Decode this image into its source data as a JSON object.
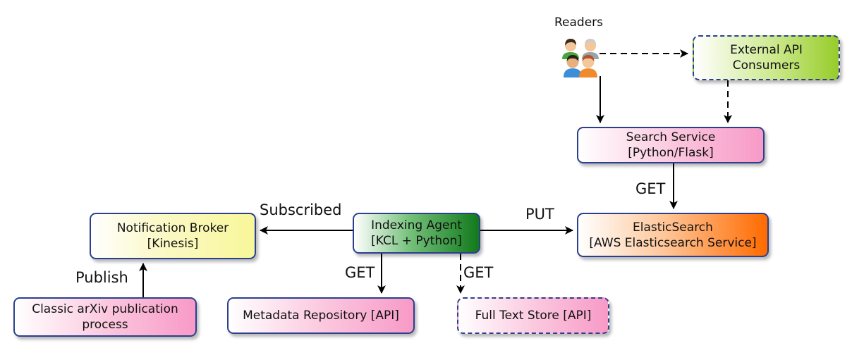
{
  "colors": {
    "border": "#2b3f8f",
    "arrow": "#000000",
    "notification_fill_end": "#f8f79a",
    "indexing_fill_end": "#117a1c",
    "elastic_fill_end": "#ff6a00",
    "pink_fill_end": "#f79ac7",
    "external_fill_end": "#97cc2a"
  },
  "nodes": {
    "notification_broker": {
      "line1": "Notification Broker",
      "line2": "[Kinesis]"
    },
    "indexing_agent": {
      "line1": "Indexing Agent",
      "line2": "[KCL + Python]"
    },
    "elasticsearch": {
      "line1": "ElasticSearch",
      "line2": "[AWS Elasticsearch Service]"
    },
    "search_service": {
      "line1": "Search Service",
      "line2": "[Python/Flask]"
    },
    "external_api": {
      "line1": "External API",
      "line2": "Consumers"
    },
    "classic_arxiv": {
      "line1": "Classic arXiv publication",
      "line2": "process"
    },
    "metadata_repository": {
      "line1": "Metadata Repository [API]"
    },
    "full_text_store": {
      "line1": "Full Text Store [API]"
    }
  },
  "readers": {
    "label": "Readers",
    "icon": "people-group-icon"
  },
  "edges": {
    "subscribed": "Subscribed",
    "put": "PUT",
    "get_search": "GET",
    "get_metadata": "GET",
    "get_fulltext": "GET",
    "publish": "Publish"
  }
}
